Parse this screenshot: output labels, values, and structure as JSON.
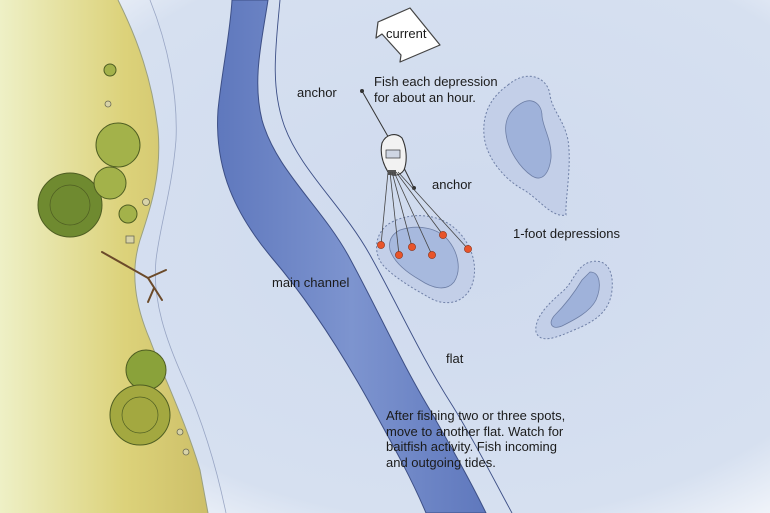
{
  "labels": {
    "current": "current",
    "anchor_upper": "anchor",
    "anchor_lower": "anchor",
    "main_channel": "main channel",
    "flat": "flat",
    "depressions": "1-foot depressions"
  },
  "notes": {
    "top": [
      "Fish each depression",
      "for about an hour."
    ],
    "bottom": [
      "After fishing two or three spots,",
      "move to another flat. Watch for",
      "baitfish activity. Fish incoming",
      "and outgoing tides."
    ]
  },
  "colors": {
    "water": "#d2ddee",
    "channel": "#6f86c4",
    "shore": "#d6cf7a",
    "tree": "#7f9a38",
    "depression": "#a7b9de",
    "cast_marker": "#e8542a"
  }
}
